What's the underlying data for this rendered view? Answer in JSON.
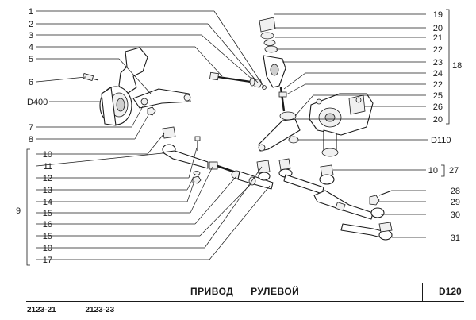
{
  "title": "ПРИВОД   РУЛЕВОЙ",
  "page_code": "D120",
  "models": [
    "2123-21",
    "2123-23"
  ],
  "subassemblies": {
    "knuckle": "D400",
    "gearbox": "D110"
  },
  "group_labels": {
    "left_group": "9",
    "pitman_group": "18",
    "rod_group": "27"
  },
  "left_callouts": [
    "1",
    "2",
    "3",
    "4",
    "5",
    "6",
    "7",
    "8",
    "10",
    "11",
    "12",
    "13",
    "14",
    "15",
    "16",
    "15",
    "10",
    "17"
  ],
  "right_callouts": [
    "19",
    "20",
    "21",
    "22",
    "23",
    "24",
    "22",
    "25",
    "26",
    "20",
    "10",
    "28",
    "29",
    "30",
    "31"
  ]
}
